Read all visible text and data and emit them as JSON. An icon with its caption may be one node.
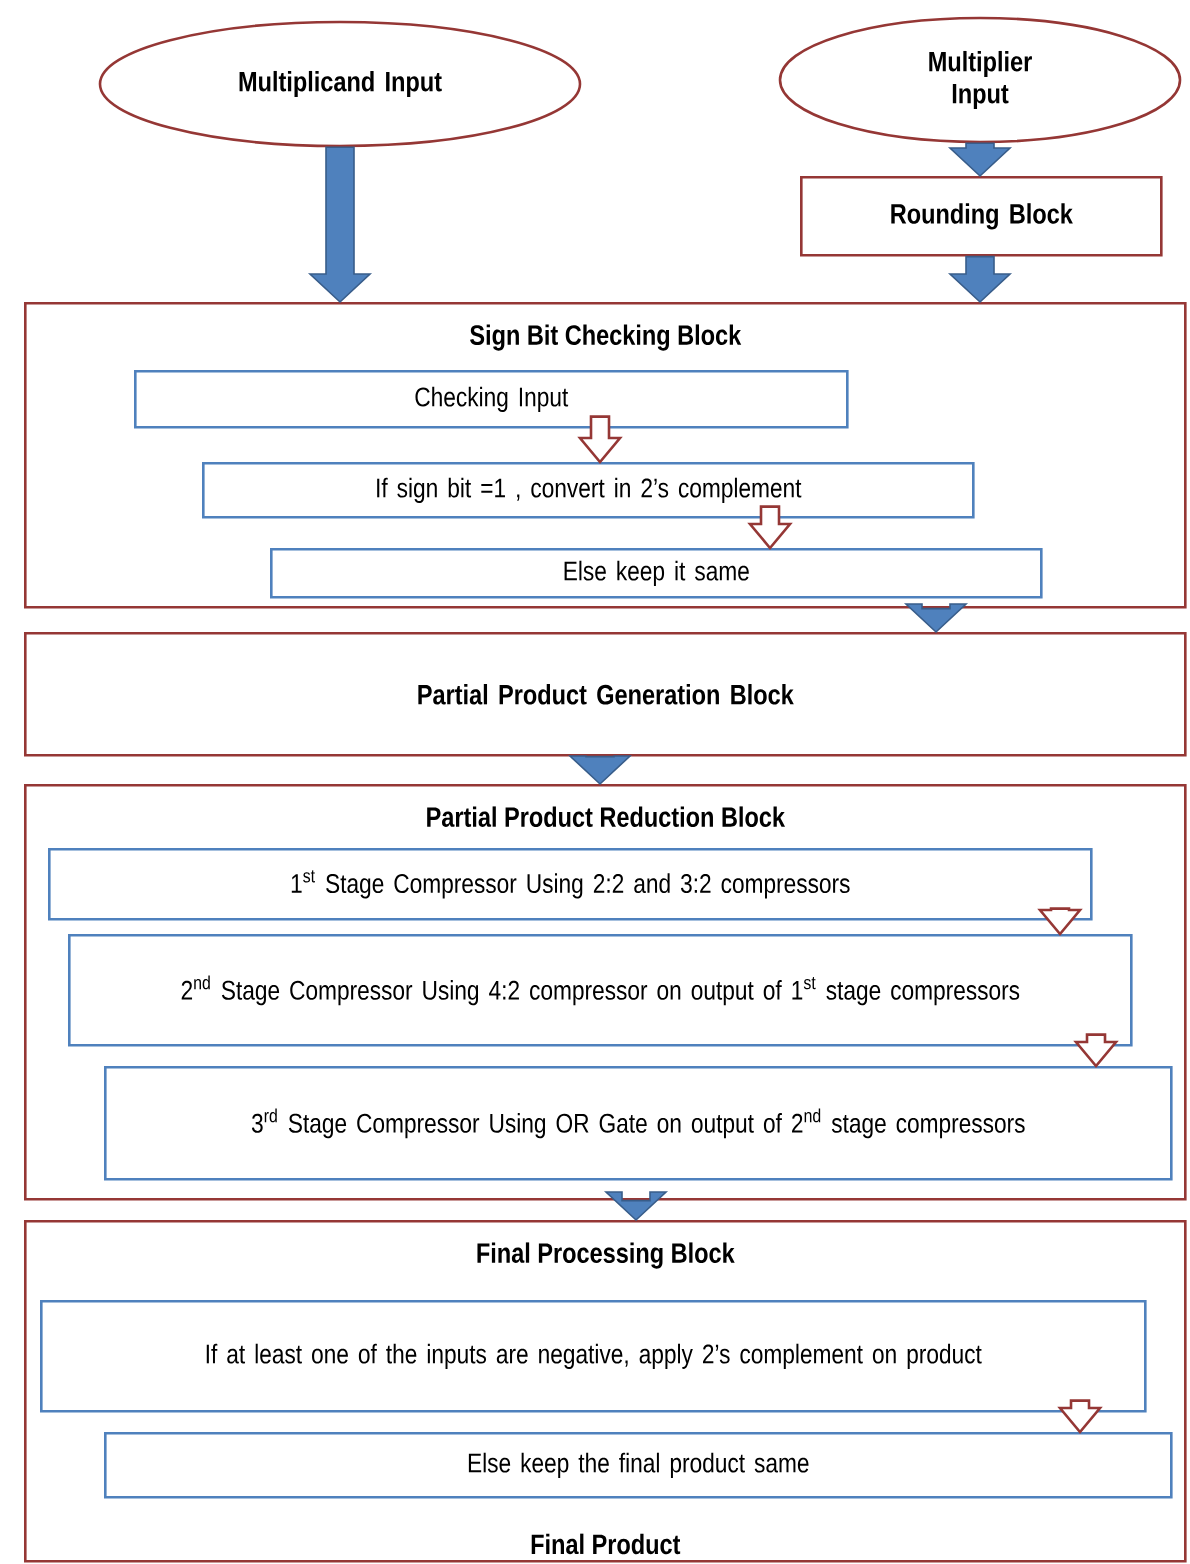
{
  "diagram": {
    "nodes": [
      {
        "text": [
          "Multiplicand Input"
        ]
      },
      {
        "text": [
          "Multiplier Input"
        ]
      },
      {
        "text": [
          "Rounding Block"
        ]
      },
      {
        "text": [
          "Sign Bit Checking Block"
        ]
      },
      {
        "text": [
          "Checking Input"
        ],
        "in": 3
      },
      {
        "text": [
          "If sign bit =1 , convert in 2’s complement"
        ],
        "in": 3
      },
      {
        "text": [
          "Else keep it same"
        ],
        "in": 3
      },
      {
        "text": [
          "Partial Product Generation Block"
        ]
      },
      {
        "text": [
          "Partial Product Reduction Block"
        ]
      },
      {
        "text": [
          "1$^{st}$ Stage Compressor Using 2:2 and 3:2 compressors"
        ],
        "in": 8
      },
      {
        "text": [
          "2$^{nd}$ Stage Compressor Using 4:2 compressor on output of 1$^{st}$ stage compressors"
        ],
        "in": 8
      },
      {
        "text": [
          "3$^{rd}$ Stage Compressor Using OR Gate on output of 2$^{nd}$ stage compressors"
        ],
        "in": 8
      },
      {
        "text": [
          "Final Processing Block",
          "Final Product"
        ]
      },
      {
        "text": [
          "If at least one of the inputs are negative, apply 2’s complement on product"
        ],
        "in": 12
      },
      {
        "text": [
          "Else keep the final product same"
        ],
        "in": 12
      }
    ],
    "edges": [
      {
        "from": 0,
        "to": 3,
        "arrow": "to"
      },
      {
        "from": 1,
        "to": 2,
        "arrow": "to"
      },
      {
        "from": 2,
        "to": 3,
        "arrow": "to"
      },
      {
        "from": 4,
        "to": 5,
        "arrow": "to",
        "color": "#953735"
      },
      {
        "from": 5,
        "to": 6,
        "arrow": "to",
        "color": "#953735"
      },
      {
        "from": 3,
        "to": 7,
        "arrow": "to"
      },
      {
        "from": 7,
        "to": 8,
        "arrow": "to"
      },
      {
        "from": 9,
        "to": 10,
        "arrow": "to",
        "color": "#953735"
      },
      {
        "from": 10,
        "to": 11,
        "arrow": "to",
        "color": "#953735"
      },
      {
        "from": 8,
        "to": 12,
        "arrow": "to"
      },
      {
        "from": 13,
        "to": 14,
        "arrow": "to",
        "color": "#953735"
      }
    ]
  }
}
